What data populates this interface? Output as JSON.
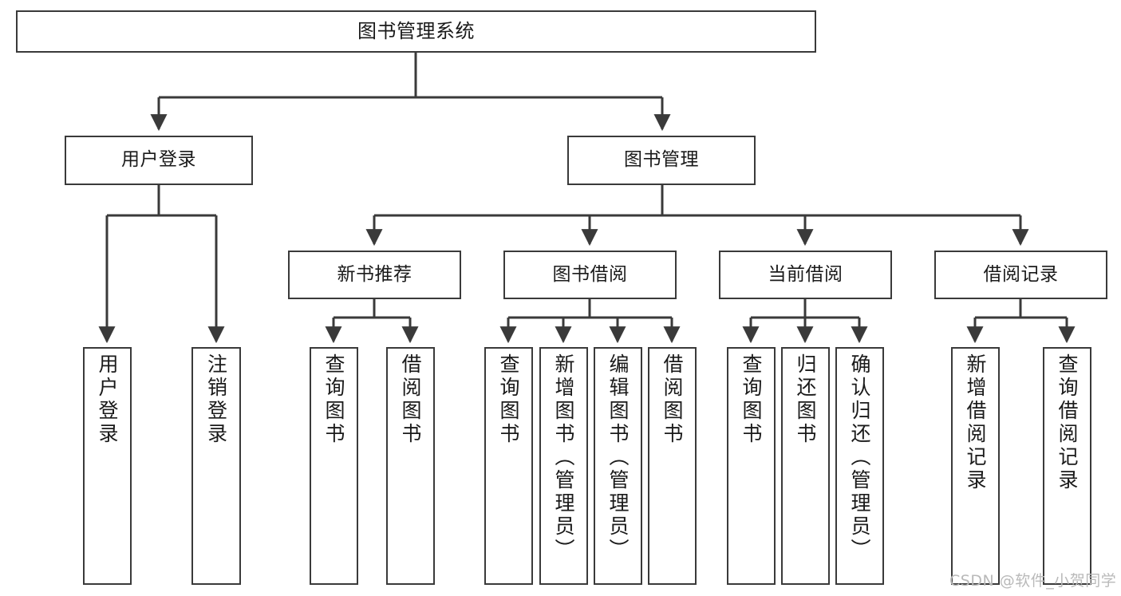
{
  "diagram": {
    "type": "tree",
    "title": "图书管理系统",
    "watermark": "CSDN @软件_小贺同学",
    "colors": {
      "box_border": "#3a3a3a",
      "box_fill": "#ffffff",
      "edge": "#3a3a3a",
      "text": "#1a1a1a",
      "watermark": "#b9b9b9",
      "background": "#ffffff"
    },
    "nodes": {
      "root": {
        "label": "图书管理系统"
      },
      "level2": [
        {
          "id": "user-login",
          "label": "用户登录"
        },
        {
          "id": "book-manage",
          "label": "图书管理"
        }
      ],
      "level3": [
        {
          "id": "new-book-recommend",
          "label": "新书推荐"
        },
        {
          "id": "book-borrow",
          "label": "图书借阅"
        },
        {
          "id": "current-borrow",
          "label": "当前借阅"
        },
        {
          "id": "borrow-record",
          "label": "借阅记录"
        }
      ],
      "leaves": {
        "user_login": [
          {
            "id": "leaf-user-login",
            "label": "用户登录"
          },
          {
            "id": "leaf-logout-login",
            "label": "注销登录"
          }
        ],
        "new_book_recommend": [
          {
            "id": "leaf-query-book-1",
            "label": "查询图书"
          },
          {
            "id": "leaf-borrow-book-1",
            "label": "借阅图书"
          }
        ],
        "book_borrow": [
          {
            "id": "leaf-query-book-2",
            "label": "查询图书"
          },
          {
            "id": "leaf-add-book",
            "label": "新增图书（管理员）"
          },
          {
            "id": "leaf-edit-book",
            "label": "编辑图书（管理员）"
          },
          {
            "id": "leaf-borrow-book-2",
            "label": "借阅图书"
          }
        ],
        "current_borrow": [
          {
            "id": "leaf-query-book-3",
            "label": "查询图书"
          },
          {
            "id": "leaf-return-book",
            "label": "归还图书"
          },
          {
            "id": "leaf-confirm-return",
            "label": "确认归还（管理员）"
          }
        ],
        "borrow_record": [
          {
            "id": "leaf-add-record",
            "label": "新增借阅记录"
          },
          {
            "id": "leaf-query-record",
            "label": "查询借阅记录"
          }
        ]
      }
    }
  }
}
